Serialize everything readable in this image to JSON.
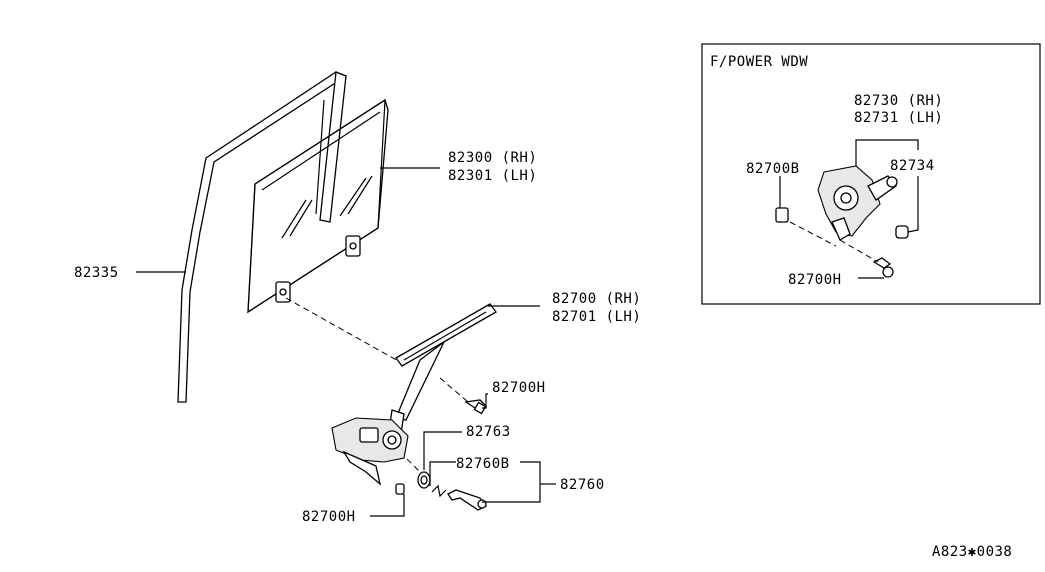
{
  "inset": {
    "title": "F/POWER WDW"
  },
  "labels": {
    "glass_rh": "82300 (RH)",
    "glass_lh": "82301 (LH)",
    "run_channel": "82335",
    "regulator_rh": "82700 (RH)",
    "regulator_lh": "82701 (LH)",
    "bolt_upper": "82700H",
    "washer": "82763",
    "handle_clip": "82760B",
    "handle": "82760",
    "bolt_lower": "82700H",
    "motor_rh": "82730 (RH)",
    "motor_lh": "82731 (LH)",
    "grommet": "82700B",
    "motor_cap": "82734",
    "motor_bolt": "82700H"
  },
  "footer": {
    "code": "A823✱0038"
  }
}
